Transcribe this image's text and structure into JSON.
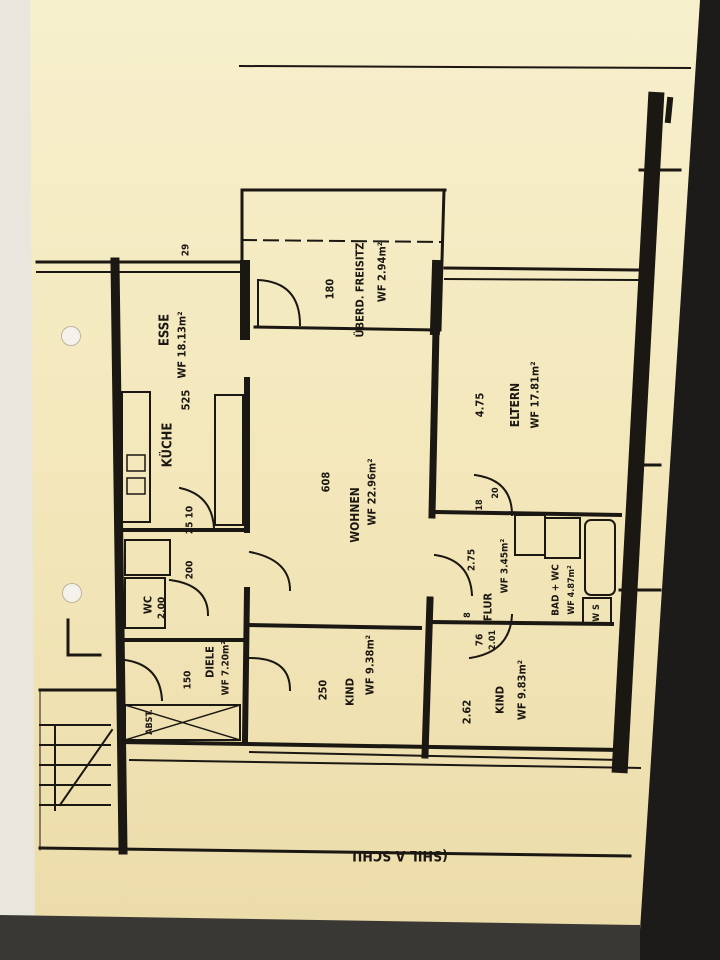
{
  "plan": {
    "rooms": [
      {
        "id": "esse",
        "name": "ESSE",
        "area": "WF 18.13m²",
        "dim": "525"
      },
      {
        "id": "kueche",
        "name": "KÜCHE",
        "area": "",
        "dim": ""
      },
      {
        "id": "wohnen",
        "name": "WOHNEN",
        "area": "WF 22.96m²",
        "dim": "608"
      },
      {
        "id": "ueberd",
        "name": "ÜBERD. FREISITZ",
        "area": "WF 2.94m²",
        "dim": "180"
      },
      {
        "id": "eltern",
        "name": "ELTERN",
        "area": "WF 17.81m²",
        "dim": "4.75"
      },
      {
        "id": "wc",
        "name": "WC",
        "area": "2.00",
        "dim": "200"
      },
      {
        "id": "diele",
        "name": "DIELE",
        "area": "WF 7.20m²",
        "dim": "150"
      },
      {
        "id": "kind1",
        "name": "KIND",
        "area": "WF 9.38m²",
        "dim": "250"
      },
      {
        "id": "flur",
        "name": "FLUR",
        "area": "WF 3.45m²",
        "dim": "2.75"
      },
      {
        "id": "bad",
        "name": "BAD + WC",
        "area": "WF 4.87m²",
        "dim": ""
      },
      {
        "id": "kind2",
        "name": "KIND",
        "area": "WF 9.83m²",
        "dim": "2.62"
      },
      {
        "id": "abst",
        "name": "ABST.",
        "area": "",
        "dim": ""
      }
    ],
    "misc": {
      "dim_top": "29",
      "dim_door": "25 10",
      "dim_76": "76",
      "dim_201": "2.01",
      "dim_8": "8",
      "dim_18": "18",
      "dim_20": "20",
      "ws": "W S",
      "bottom_text": "(SHIL A  SCHU"
    }
  }
}
